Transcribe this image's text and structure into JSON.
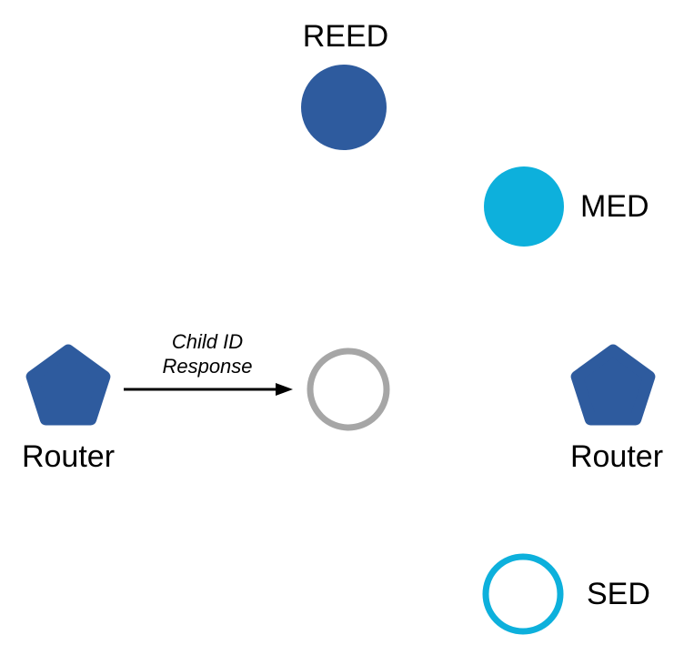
{
  "colors": {
    "router_blue": "#2E5B9E",
    "end_device_cyan": "#0DB0DC",
    "joiner_gray": "#A6A6A6",
    "arrow_black": "#000000"
  },
  "nodes": {
    "reed": {
      "label": "REED",
      "shape": "filled-circle"
    },
    "med": {
      "label": "MED",
      "shape": "filled-circle"
    },
    "joiner": {
      "shape": "outlined-circle"
    },
    "router_left": {
      "label": "Router",
      "shape": "pentagon"
    },
    "router_right": {
      "label": "Router",
      "shape": "pentagon"
    },
    "sed": {
      "label": "SED",
      "shape": "outlined-circle"
    }
  },
  "arrow": {
    "label": "Child ID\nResponse",
    "from": "router_left",
    "to": "joiner"
  }
}
